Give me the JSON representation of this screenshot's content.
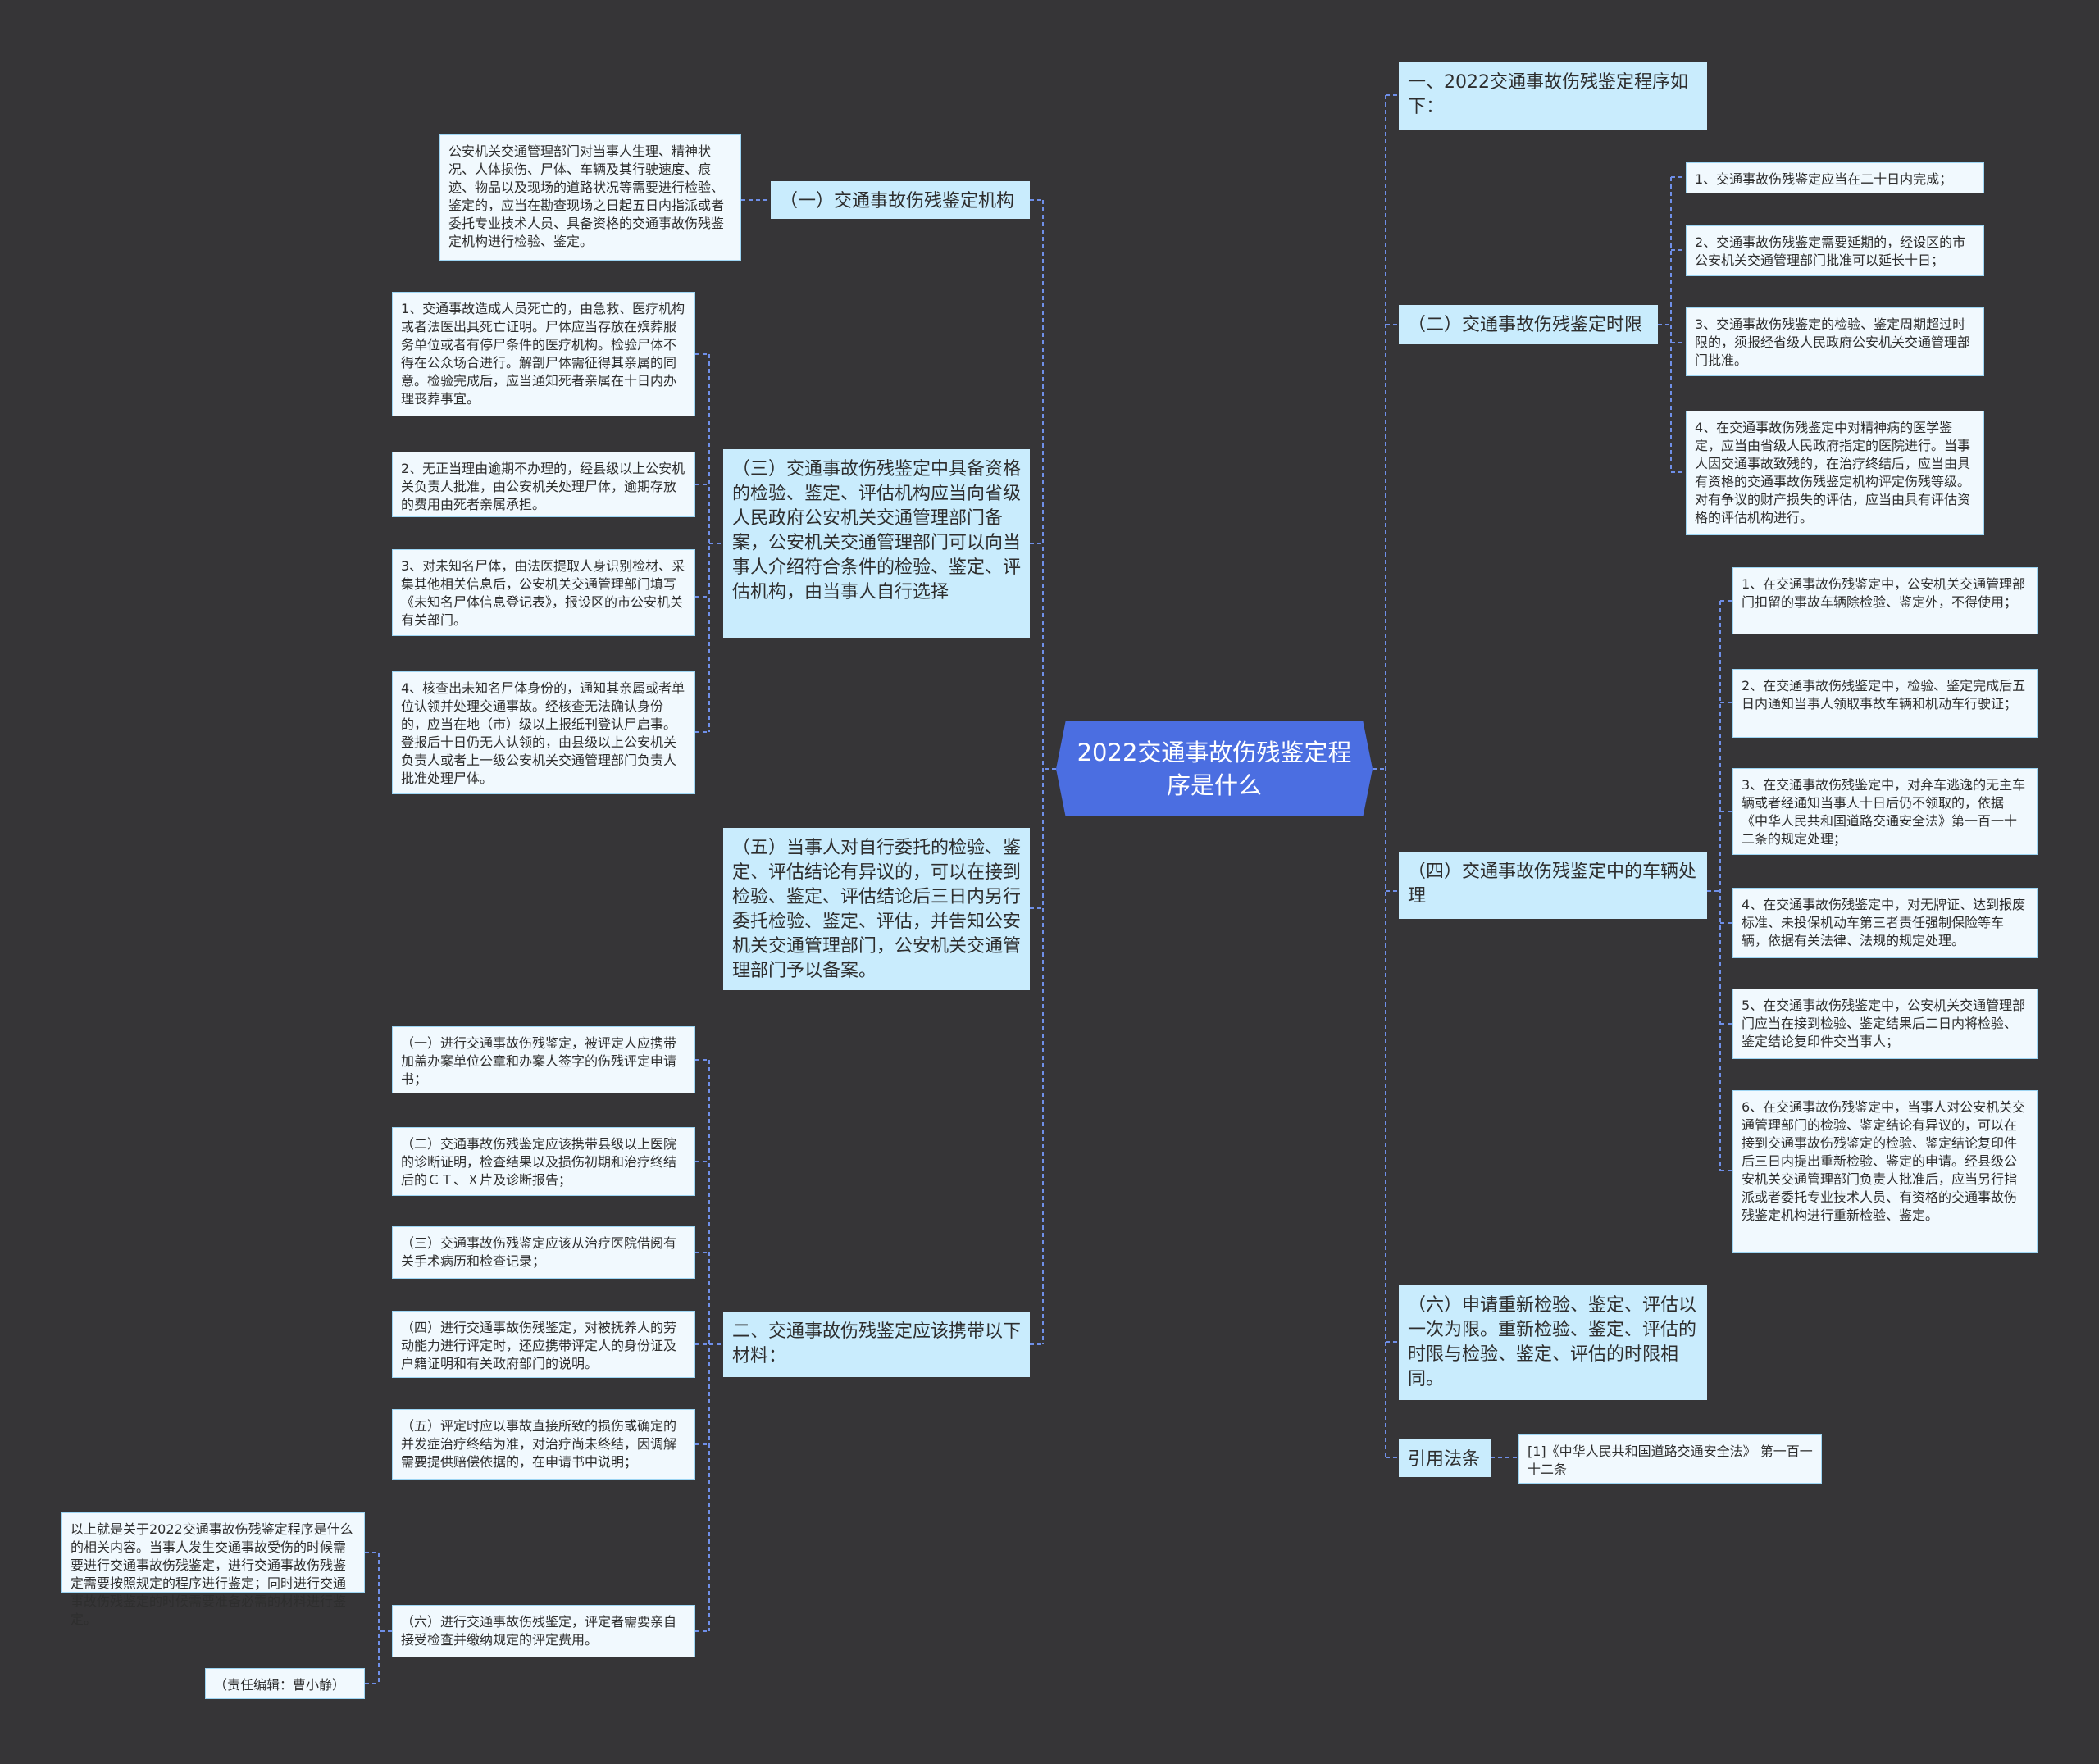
{
  "center": {
    "title": "2022交通事故伤残鉴定程序是什么"
  },
  "left": {
    "b1": {
      "label": "（一）交通事故伤残鉴定机构",
      "leaf": "公安机关交通管理部门对当事人生理、精神状况、人体损伤、尸体、车辆及其行驶速度、痕迹、物品以及现场的道路状况等需要进行检验、鉴定的，应当在勘查现场之日起五日内指派或者委托专业技术人员、具备资格的交通事故伤残鉴定机构进行检验、鉴定。"
    },
    "b3": {
      "label": "（三）交通事故伤残鉴定中具备资格的检验、鉴定、评估机构应当向省级人民政府公安机关交通管理部门备案，公安机关交通管理部门可以向当事人介绍符合条件的检验、鉴定、评估机构，由当事人自行选择",
      "leaves": [
        "1、交通事故造成人员死亡的，由急救、医疗机构或者法医出具死亡证明。尸体应当存放在殡葬服务单位或者有停尸条件的医疗机构。检验尸体不得在公众场合进行。解剖尸体需征得其亲属的同意。检验完成后，应当通知死者亲属在十日内办理丧葬事宜。",
        "2、无正当理由逾期不办理的，经县级以上公安机关负责人批准，由公安机关处理尸体，逾期存放的费用由死者亲属承担。",
        "3、对未知名尸体，由法医提取人身识别检材、采集其他相关信息后，公安机关交通管理部门填写《未知名尸体信息登记表》，报设区的市公安机关有关部门。",
        "4、核查出未知名尸体身份的，通知其亲属或者单位认领并处理交通事故。经核查无法确认身份的，应当在地（市）级以上报纸刊登认尸启事。登报后十日仍无人认领的，由县级以上公安机关负责人或者上一级公安机关交通管理部门负责人批准处理尸体。"
      ]
    },
    "b5": {
      "label": "（五）当事人对自行委托的检验、鉴定、评估结论有异议的，可以在接到检验、鉴定、评估结论后三日内另行委托检验、鉴定、评估，并告知公安机关交通管理部门，公安机关交通管理部门予以备案。"
    },
    "b2": {
      "label": "二、交通事故伤残鉴定应该携带以下材料：",
      "leaves": [
        "（一）进行交通事故伤残鉴定，被评定人应携带加盖办案单位公章和办案人签字的伤残评定申请书；",
        "（二）交通事故伤残鉴定应该携带县级以上医院的诊断证明，检查结果以及损伤初期和治疗终结后的ＣＴ、Ｘ片及诊断报告；",
        "（三）交通事故伤残鉴定应该从治疗医院借阅有关手术病历和检查记录；",
        "（四）进行交通事故伤残鉴定，对被抚养人的劳动能力进行评定时，还应携带评定人的身份证及户籍证明和有关政府部门的说明。",
        "（五）评定时应以事故直接所致的损伤或确定的并发症治疗终结为准，对治疗尚未终结，因调解需要提供赔偿依据的，在申请书中说明；",
        "（六）进行交通事故伤残鉴定，评定者需要亲自接受检查并缴纳规定的评定费用。"
      ],
      "sub": [
        "以上就是关于2022交通事故伤残鉴定程序是什么的相关内容。当事人发生交通事故受伤的时候需要进行交通事故伤残鉴定，进行交通事故伤残鉴定需要按照规定的程序进行鉴定；同时进行交通事故伤残鉴定的时候需要准备必需的材料进行鉴定。",
        "（责任编辑：曹小静）"
      ]
    }
  },
  "right": {
    "r1": {
      "label": "一、2022交通事故伤残鉴定程序如下："
    },
    "r2": {
      "label": "（二）交通事故伤残鉴定时限",
      "leaves": [
        "1、交通事故伤残鉴定应当在二十日内完成；",
        "2、交通事故伤残鉴定需要延期的，经设区的市公安机关交通管理部门批准可以延长十日；",
        "3、交通事故伤残鉴定的检验、鉴定周期超过时限的，须报经省级人民政府公安机关交通管理部门批准。",
        "4、在交通事故伤残鉴定中对精神病的医学鉴定，应当由省级人民政府指定的医院进行。当事人因交通事故致残的，在治疗终结后，应当由具有资格的交通事故伤残鉴定机构评定伤残等级。对有争议的财产损失的评估，应当由具有评估资格的评估机构进行。"
      ]
    },
    "r4": {
      "label": "（四）交通事故伤残鉴定中的车辆处理",
      "leaves": [
        "1、在交通事故伤残鉴定中，公安机关交通管理部门扣留的事故车辆除检验、鉴定外，不得使用；",
        "2、在交通事故伤残鉴定中，检验、鉴定完成后五日内通知当事人领取事故车辆和机动车行驶证；",
        "3、在交通事故伤残鉴定中，对弃车逃逸的无主车辆或者经通知当事人十日后仍不领取的，依据《中华人民共和国道路交通安全法》第一百一十二条的规定处理；",
        "4、在交通事故伤残鉴定中，对无牌证、达到报废标准、未投保机动车第三者责任强制保险等车辆，依据有关法律、法规的规定处理。",
        "5、在交通事故伤残鉴定中，公安机关交通管理部门应当在接到检验、鉴定结果后二日内将检验、鉴定结论复印件交当事人；",
        "6、在交通事故伤残鉴定中，当事人对公安机关交通管理部门的检验、鉴定结论有异议的，可以在接到交通事故伤残鉴定的检验、鉴定结论复印件后三日内提出重新检验、鉴定的申请。经县级公安机关交通管理部门负责人批准后，应当另行指派或者委托专业技术人员、有资格的交通事故伤残鉴定机构进行重新检验、鉴定。"
      ]
    },
    "r6": {
      "label": "（六）申请重新检验、鉴定、评估以一次为限。重新检验、鉴定、评估的时限与检验、鉴定、评估的时限相同。"
    },
    "law": {
      "label": "引用法条",
      "leaf": "[1]《中华人民共和国道路交通安全法》 第一百一十二条"
    }
  },
  "colors": {
    "background": "#363537",
    "center": "#4b6ee1",
    "branch": "#c9ecfd",
    "leaf": "#f1f9fe",
    "connector": "#6f8fe8"
  }
}
